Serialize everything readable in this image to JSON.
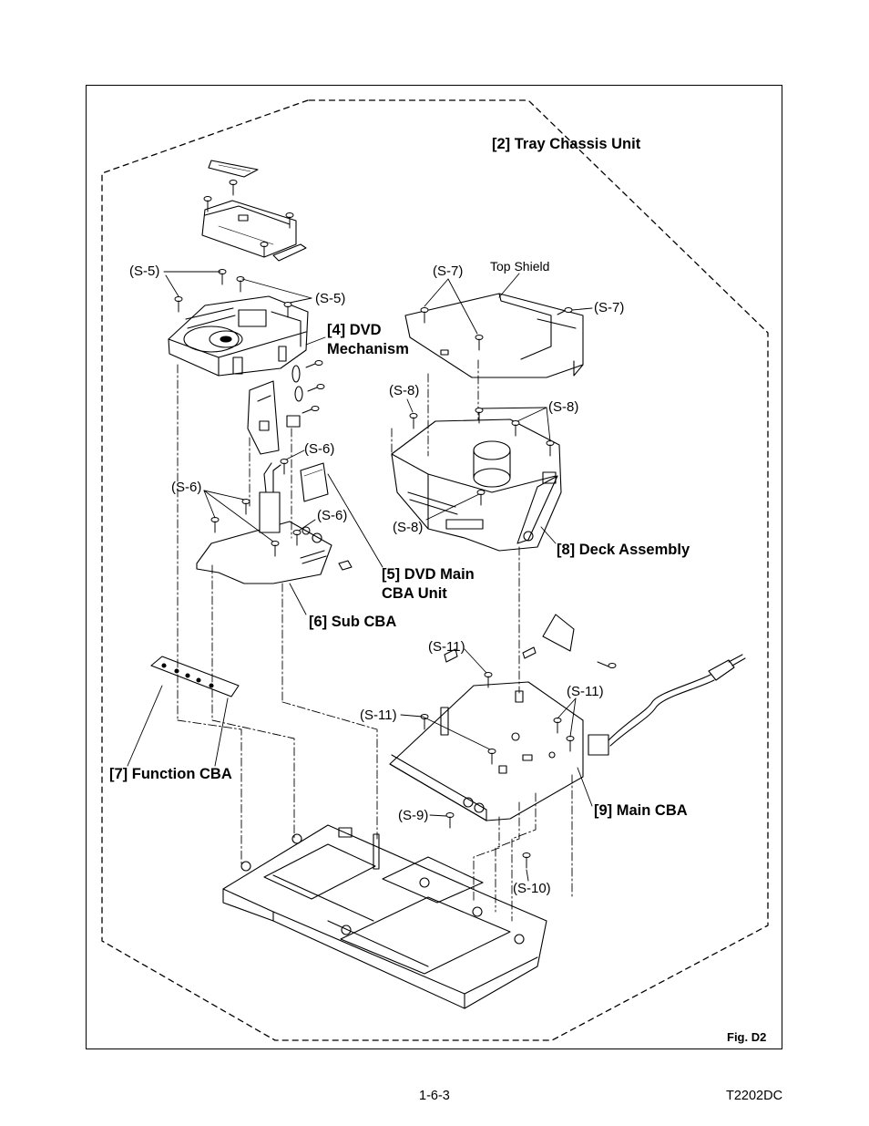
{
  "diagram": {
    "figure_label": "Fig. D2",
    "assemblies": {
      "tray_chassis": "[2] Tray Chassis Unit",
      "dvd_mechanism_1": "[4] DVD",
      "dvd_mechanism_2": "Mechanism",
      "dvd_main_cba_1": "[5] DVD Main",
      "dvd_main_cba_2": "CBA Unit",
      "sub_cba": "[6] Sub CBA",
      "function_cba": "[7] Function CBA",
      "deck_assembly": "[8] Deck Assembly",
      "main_cba": "[9] Main CBA"
    },
    "parts": {
      "top_shield": "Top Shield"
    },
    "screws": {
      "s5": "(S-5)",
      "s6": "(S-6)",
      "s7": "(S-7)",
      "s8": "(S-8)",
      "s9": "(S-9)",
      "s10": "(S-10)",
      "s11": "(S-11)"
    }
  },
  "footer": {
    "page_number": "1-6-3",
    "doc_code": "T2202DC"
  }
}
